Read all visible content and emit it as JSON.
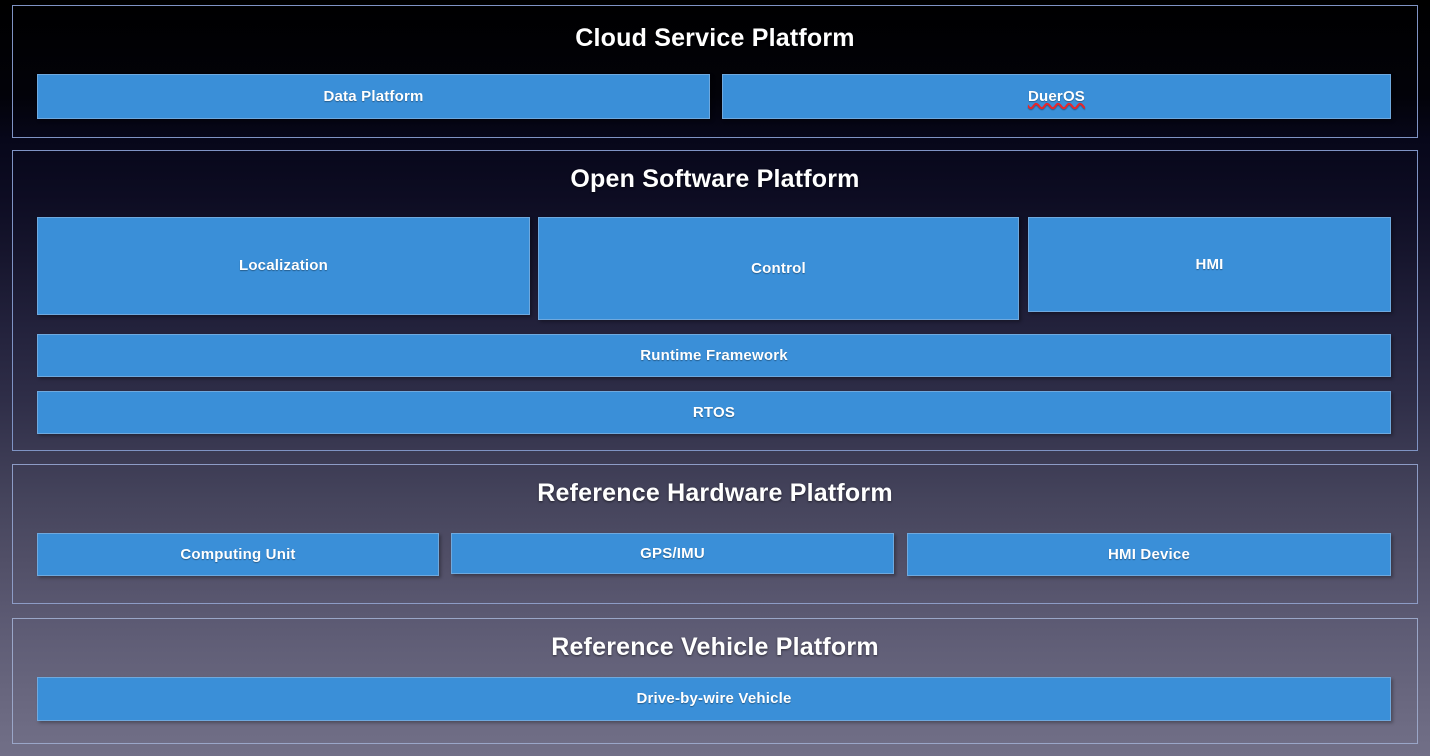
{
  "diagram": {
    "type": "layered-architecture-stack",
    "title_visible": false,
    "accent_box_color": "#3a8fd8",
    "panel_border_color": "#7f93c4",
    "text_color": "#ffffff",
    "layers": [
      {
        "id": "cloud-service-platform",
        "title": "Cloud Service Platform",
        "components": [
          {
            "label": "Data Platform",
            "misspelled": false
          },
          {
            "label": "DuerOS",
            "misspelled": true
          }
        ]
      },
      {
        "id": "open-software-platform",
        "title": "Open Software Platform",
        "components": [
          {
            "label": "Localization",
            "misspelled": false
          },
          {
            "label": "Control",
            "misspelled": false
          },
          {
            "label": "HMI",
            "misspelled": false
          },
          {
            "label": "Runtime Framework",
            "misspelled": false
          },
          {
            "label": "RTOS",
            "misspelled": false
          }
        ]
      },
      {
        "id": "reference-hardware-platform",
        "title": "Reference Hardware Platform",
        "components": [
          {
            "label": "Computing Unit",
            "misspelled": false
          },
          {
            "label": "GPS/IMU",
            "misspelled": false
          },
          {
            "label": "HMI Device",
            "misspelled": false
          }
        ]
      },
      {
        "id": "reference-vehicle-platform",
        "title": "Reference Vehicle Platform",
        "components": [
          {
            "label": "Drive-by-wire Vehicle",
            "misspelled": false
          }
        ]
      }
    ]
  }
}
